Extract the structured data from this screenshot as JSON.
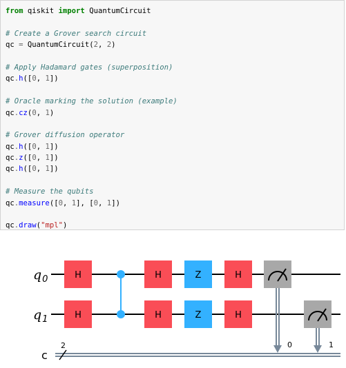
{
  "code_cell": {
    "lines": [
      [
        {
          "t": "from",
          "c": "kw"
        },
        {
          "t": " qiskit ",
          "c": "plain"
        },
        {
          "t": "import",
          "c": "kw"
        },
        {
          "t": " QuantumCircuit",
          "c": "plain"
        }
      ],
      [],
      [
        {
          "t": "# Create a Grover search circuit",
          "c": "cm"
        }
      ],
      [
        {
          "t": "qc ",
          "c": "plain"
        },
        {
          "t": "=",
          "c": "op"
        },
        {
          "t": " QuantumCircuit(",
          "c": "plain"
        },
        {
          "t": "2",
          "c": "num"
        },
        {
          "t": ", ",
          "c": "plain"
        },
        {
          "t": "2",
          "c": "num"
        },
        {
          "t": ")",
          "c": "plain"
        }
      ],
      [],
      [
        {
          "t": "# Apply Hadamard gates (superposition)",
          "c": "cm"
        }
      ],
      [
        {
          "t": "qc",
          "c": "plain"
        },
        {
          "t": ".",
          "c": "op"
        },
        {
          "t": "h",
          "c": "fn"
        },
        {
          "t": "([",
          "c": "plain"
        },
        {
          "t": "0",
          "c": "num"
        },
        {
          "t": ", ",
          "c": "plain"
        },
        {
          "t": "1",
          "c": "num"
        },
        {
          "t": "])",
          "c": "plain"
        }
      ],
      [],
      [
        {
          "t": "# Oracle marking the solution (example)",
          "c": "cm"
        }
      ],
      [
        {
          "t": "qc",
          "c": "plain"
        },
        {
          "t": ".",
          "c": "op"
        },
        {
          "t": "cz",
          "c": "fn"
        },
        {
          "t": "(",
          "c": "plain"
        },
        {
          "t": "0",
          "c": "num"
        },
        {
          "t": ", ",
          "c": "plain"
        },
        {
          "t": "1",
          "c": "num"
        },
        {
          "t": ")",
          "c": "plain"
        }
      ],
      [],
      [
        {
          "t": "# Grover diffusion operator",
          "c": "cm"
        }
      ],
      [
        {
          "t": "qc",
          "c": "plain"
        },
        {
          "t": ".",
          "c": "op"
        },
        {
          "t": "h",
          "c": "fn"
        },
        {
          "t": "([",
          "c": "plain"
        },
        {
          "t": "0",
          "c": "num"
        },
        {
          "t": ", ",
          "c": "plain"
        },
        {
          "t": "1",
          "c": "num"
        },
        {
          "t": "])",
          "c": "plain"
        }
      ],
      [
        {
          "t": "qc",
          "c": "plain"
        },
        {
          "t": ".",
          "c": "op"
        },
        {
          "t": "z",
          "c": "fn"
        },
        {
          "t": "([",
          "c": "plain"
        },
        {
          "t": "0",
          "c": "num"
        },
        {
          "t": ", ",
          "c": "plain"
        },
        {
          "t": "1",
          "c": "num"
        },
        {
          "t": "])",
          "c": "plain"
        }
      ],
      [
        {
          "t": "qc",
          "c": "plain"
        },
        {
          "t": ".",
          "c": "op"
        },
        {
          "t": "h",
          "c": "fn"
        },
        {
          "t": "([",
          "c": "plain"
        },
        {
          "t": "0",
          "c": "num"
        },
        {
          "t": ", ",
          "c": "plain"
        },
        {
          "t": "1",
          "c": "num"
        },
        {
          "t": "])",
          "c": "plain"
        }
      ],
      [],
      [
        {
          "t": "# Measure the qubits",
          "c": "cm"
        }
      ],
      [
        {
          "t": "qc",
          "c": "plain"
        },
        {
          "t": ".",
          "c": "op"
        },
        {
          "t": "measure",
          "c": "fn"
        },
        {
          "t": "([",
          "c": "plain"
        },
        {
          "t": "0",
          "c": "num"
        },
        {
          "t": ", ",
          "c": "plain"
        },
        {
          "t": "1",
          "c": "num"
        },
        {
          "t": "], [",
          "c": "plain"
        },
        {
          "t": "0",
          "c": "num"
        },
        {
          "t": ", ",
          "c": "plain"
        },
        {
          "t": "1",
          "c": "num"
        },
        {
          "t": "])",
          "c": "plain"
        }
      ],
      [],
      [
        {
          "t": "qc",
          "c": "plain"
        },
        {
          "t": ".",
          "c": "op"
        },
        {
          "t": "draw",
          "c": "fn"
        },
        {
          "t": "(",
          "c": "plain"
        },
        {
          "t": "\"mpl\"",
          "c": "str"
        },
        {
          "t": ")",
          "c": "plain"
        }
      ]
    ]
  },
  "circuit": {
    "qubits": [
      {
        "name": "q",
        "index": "0"
      },
      {
        "name": "q",
        "index": "1"
      }
    ],
    "classical": {
      "name": "c",
      "width_label": "2"
    },
    "gates": {
      "h": {
        "label": "H",
        "color": "#fa4d56"
      },
      "z": {
        "label": "Z",
        "color": "#33b1ff"
      },
      "measure": {
        "color": "#a8a8a8"
      }
    },
    "measure_bits": [
      "0",
      "1"
    ],
    "colors": {
      "wire": "#000000",
      "control": "#33b1ff",
      "classical_wire": "#778899"
    }
  }
}
